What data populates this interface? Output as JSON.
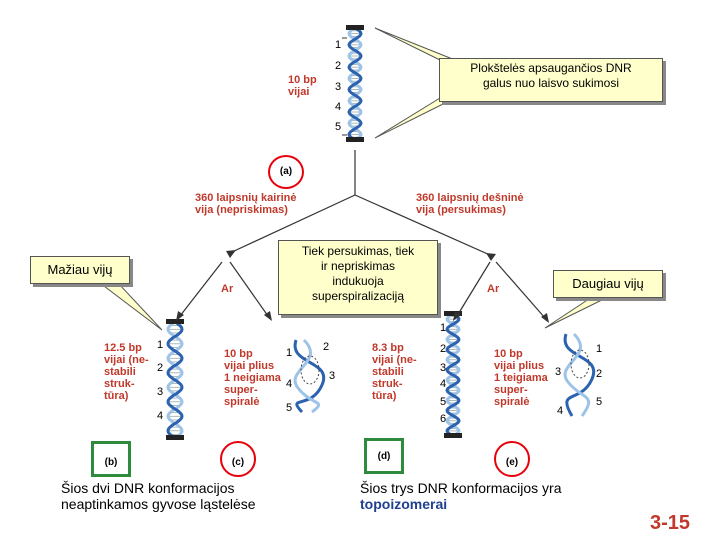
{
  "top": {
    "bp_label": [
      "10 bp",
      "vijai"
    ],
    "ticks": [
      "1",
      "2",
      "3",
      "4",
      "5"
    ]
  },
  "callouts": {
    "plates": [
      "Plokštelės apsaugančios DNR",
      "galus nuo laisvo sukimosi"
    ],
    "less": "Mažiau vijų",
    "middle": [
      "Tiek persukimas, tiek",
      "ir nepriskimas",
      "indukuoja",
      "superspiralizaciją"
    ],
    "more": "Daugiau vijų"
  },
  "panels": {
    "a": "(a)",
    "b": "(b)",
    "c": "(c)",
    "d": "(d)",
    "e": "(e)"
  },
  "branch": {
    "left": [
      "360 laipsnių kairinė",
      "vija (nepriskimas)"
    ],
    "right": [
      "360 laipsnių dešninė",
      "vija (persukimas)"
    ],
    "ar": "Ar"
  },
  "b": {
    "label": [
      "12.5 bp",
      "vijai (ne-",
      "stabili",
      "struk-",
      "tūra)"
    ],
    "ticks": [
      "1",
      "2",
      "3",
      "4"
    ]
  },
  "c": {
    "label": [
      "10 bp",
      "vijai plius",
      "1 neigiama",
      "super-",
      "spiralė"
    ],
    "ticks": [
      "1",
      "2",
      "3",
      "4",
      "5"
    ]
  },
  "d": {
    "label": [
      "8.3 bp",
      "vijai (ne-",
      "stabili",
      "struk-",
      "tūra)"
    ],
    "ticks": [
      "1",
      "2",
      "3",
      "4",
      "5",
      "6"
    ]
  },
  "e": {
    "label": [
      "10 bp",
      "vijai plius",
      "1 teigiama",
      "super-",
      "spiralė"
    ],
    "ticks": [
      "1",
      "2",
      "3",
      "4",
      "5"
    ]
  },
  "bottom": {
    "left": [
      "Šios dvi DNR konformacijos",
      "neaptinkamos gyvose ląstelėse"
    ],
    "right_line1": "Šios trys DNR konformacijos yra",
    "right_line2": "topoizomerai",
    "page": "3-15"
  },
  "colors": {
    "red_text": "#c0392b",
    "callout_bg": "#ffffcc",
    "helix": "#2b63b0",
    "helix_light": "#9ec3e8",
    "ring": "#e8000b",
    "green": "#2e8b3d",
    "topo_blue": "#1f3f8f"
  }
}
